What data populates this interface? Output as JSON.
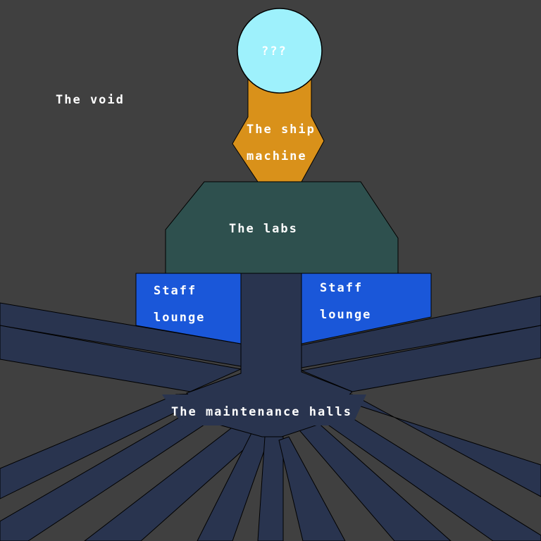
{
  "map": {
    "colors": {
      "background": "#404040",
      "halls": "#29344f",
      "labs": "#2e504e",
      "staff_lounge": "#1a57d9",
      "ship_machine": "#d9911a",
      "unknown": "#9ef1fc",
      "outline": "#000000",
      "text": "#ffffff"
    },
    "regions": {
      "void": {
        "label": "The void"
      },
      "unknown": {
        "label": "???"
      },
      "ship_machine": {
        "label_line1": "The ship",
        "label_line2": "machine"
      },
      "labs": {
        "label": "The labs"
      },
      "staff_lounge_left": {
        "label_line1": "Staff",
        "label_line2": "lounge"
      },
      "staff_lounge_right": {
        "label_line1": "Staff",
        "label_line2": "lounge"
      },
      "maintenance_halls": {
        "label": "The maintenance halls"
      }
    }
  }
}
